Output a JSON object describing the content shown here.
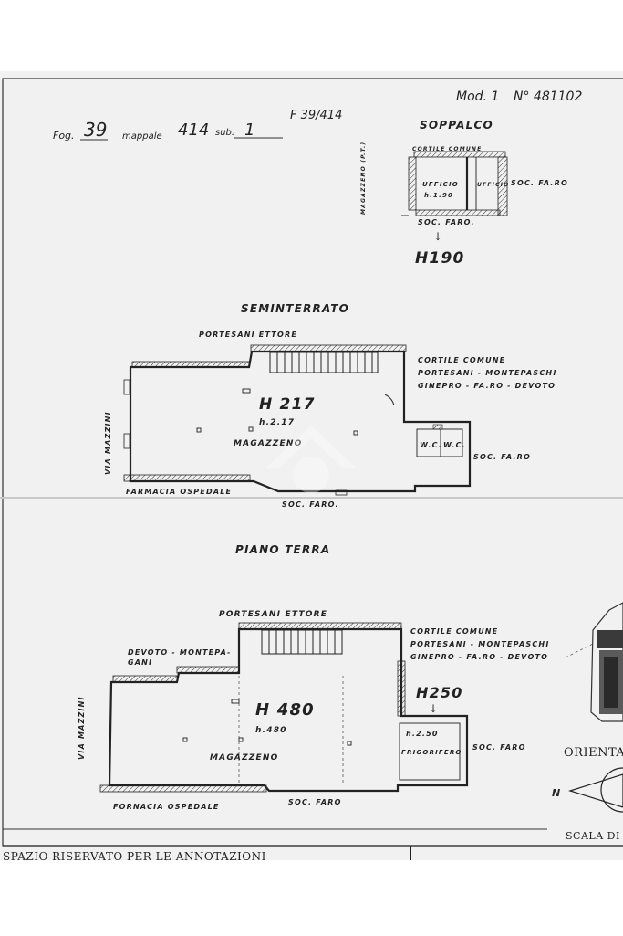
{
  "header": {
    "model": "Mod. 1",
    "number": "N° 481102",
    "foglio_label": "Fog.",
    "foglio_value": "39",
    "mappale_label": "mappale",
    "mappale_value": "414",
    "sub_label": "sub.",
    "sub_value": "1",
    "ref": "F 39/414"
  },
  "soppalco": {
    "title": "SOPPALCO",
    "north": "CORTILE COMUNE",
    "west": "MAGAZZENO (P.T.)",
    "room1": "UFFICIO",
    "room1_h": "h.1.90",
    "room2": "UFFICIO",
    "east": "SOC. FA.RO",
    "south": "SOC. FARO.",
    "height": "H190"
  },
  "seminterrato": {
    "title": "SEMINTERRATO",
    "north": "PORTESANI ETTORE",
    "ne_line1": "CORTILE COMUNE",
    "ne_line2": "PORTESANI - MONTEPASCHI",
    "ne_line3": "GINEPRO - FA.RO - DEVOTO",
    "height": "H 217",
    "height_small": "h.2.17",
    "room": "MAGAZZENO",
    "wc1": "W.C.",
    "wc2": "W.C.",
    "east": "SOC. FA.RO",
    "west": "VIA MAZZINI",
    "sw": "FARMACIA OSPEDALE",
    "south": "SOC. FARO."
  },
  "piano_terra": {
    "title": "PIANO TERRA",
    "north": "PORTESANI ETTORE",
    "nw_line1": "DEVOTO - MONTEPA-",
    "nw_line2": "GANI",
    "ne_line1": "CORTILE COMUNE",
    "ne_line2": "PORTESANI - MONTEPASCHI",
    "ne_line3": "GINEPRO - FA.RO - DEVOTO",
    "height": "H 480",
    "height_small": "h.480",
    "room": "MAGAZZENO",
    "height2": "H250",
    "frigo_h": "h.2.50",
    "frigo": "FRIGORIFERO",
    "east": "SOC. FARO",
    "west": "VIA MAZZINI",
    "sw": "FORNACIA OSPEDALE",
    "south": "SOC. FARO"
  },
  "orientation": {
    "label": "ORIENTA",
    "north": "N"
  },
  "scale": {
    "label": "SCALA DI"
  },
  "footer": {
    "reserved": "SPAZIO RISERVATO PER LE ANNOTAZIONI"
  }
}
